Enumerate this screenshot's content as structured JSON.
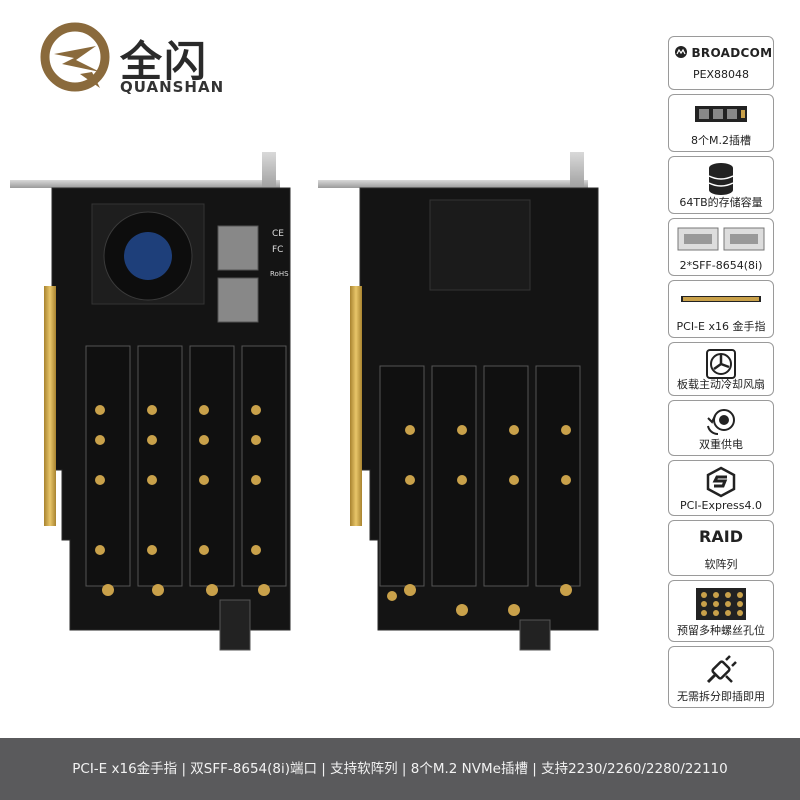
{
  "brand": {
    "name_cn": "全闪",
    "name_en": "QUANSHAN",
    "logo_color": "#8a6a3c"
  },
  "features": [
    {
      "icon": "broadcom-logo-icon",
      "label": "BROADCOM",
      "sub": "PEX88048"
    },
    {
      "icon": "m2-slot-icon",
      "label": "8个M.2插槽"
    },
    {
      "icon": "storage-stack-icon",
      "label": "64TB的存储容量"
    },
    {
      "icon": "sff-connector-icon",
      "label": "2*SFF-8654(8i)"
    },
    {
      "icon": "gold-finger-icon",
      "label": "PCI-E x16 金手指"
    },
    {
      "icon": "fan-icon",
      "label": "板载主动冷却风扇"
    },
    {
      "icon": "dual-power-icon",
      "label": "双重供电"
    },
    {
      "icon": "pcie-logo-icon",
      "label": "PCI-Express4.0"
    },
    {
      "icon": "raid-icon",
      "label": "软阵列",
      "sub": "RAID"
    },
    {
      "icon": "screw-holes-icon",
      "label": "预留多种螺丝孔位"
    },
    {
      "icon": "plug-icon",
      "label": "无需拆分即插即用"
    }
  ],
  "banner": {
    "text": "PCI-E x16金手指 | 双SFF-8654(8i)端口 | 支持软阵列 | 8个M.2 NVMe插槽 | 支持2230/2260/2280/22110"
  },
  "colors": {
    "pcb": "#141414",
    "gold": "#c9a14a",
    "bracket": "#b8b8b8",
    "banner_bg": "#5a5a5c",
    "accent_brand": "#8a6a3c"
  }
}
